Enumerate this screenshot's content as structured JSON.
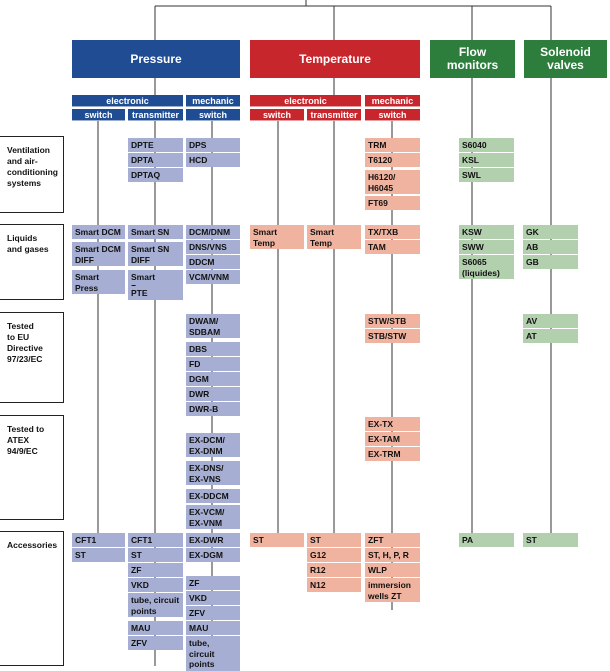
{
  "colors": {
    "pressure": "#1f4c93",
    "temperature": "#c8262d",
    "flow": "#2d7e3d",
    "solenoid": "#2d7e3d",
    "cell_pressure": "#a6afd3",
    "cell_temperature": "#f0b39f",
    "cell_green": "#b2cfae"
  },
  "headers": {
    "pressure": "Pressure",
    "temperature": "Temperature",
    "flow": "Flow\nmonitors",
    "solenoid": "Solenoid\nvalves"
  },
  "subheaders": {
    "p_electronic": "electronic",
    "p_mechanic": "mechanic",
    "p_switch": "switch",
    "p_transmitter": "transmitter",
    "p_mech_switch": "switch",
    "t_electronic": "electronic",
    "t_mechanic": "mechanic",
    "t_switch": "switch",
    "t_transmitter": "transmitter",
    "t_mech_switch": "switch"
  },
  "rows": {
    "ventilation": "Ventilation\nand air-\nconditioning\nsystems",
    "liquids": "Liquids\nand gases",
    "tested_eu": "Tested\nto EU\nDirective\n97/23/EC",
    "tested_atex": "Tested to\nATEX\n94/9/EC",
    "accessories": "Accessories"
  },
  "cells": {
    "p_sw_1": "Smart DCM",
    "p_sw_2": "Smart DCM\nDIFF",
    "p_sw_3": "Smart Press",
    "p_sw_acc1": "CFT1",
    "p_sw_acc2": "ST",
    "p_tr_v1": "DPTE",
    "p_tr_v2": "DPTA",
    "p_tr_v3": "DPTAQ",
    "p_tr_l1": "Smart SN",
    "p_tr_l2": "Smart SN\nDIFF",
    "p_tr_l3": "Smart Press",
    "p_tr_l4": "PTE",
    "p_tr_a1": "CFT1",
    "p_tr_a2": "ST",
    "p_tr_a3": "ZF",
    "p_tr_a4": "VKD",
    "p_tr_a5": "tube, circuit\npoints",
    "p_tr_a6": "MAU",
    "p_tr_a7": "ZFV",
    "p_me_v1": "DPS",
    "p_me_v2": "HCD",
    "p_me_l1": "DCM/DNM",
    "p_me_l2": "DNS/VNS",
    "p_me_l3": "DDCM",
    "p_me_l4": "VCM/VNM",
    "p_me_e1": "DWAM/\nSDBAM",
    "p_me_e2": "DBS",
    "p_me_e3": "FD",
    "p_me_e4": "DGM",
    "p_me_e5": "DWR",
    "p_me_e6": "DWR-B",
    "p_me_x1": "EX-DCM/\nEX-DNM",
    "p_me_x2": "EX-DNS/\nEX-VNS",
    "p_me_x3": "EX-DDCM",
    "p_me_x4": "EX-VCM/\nEX-VNM",
    "p_me_a1": "EX-DWR",
    "p_me_a2": "EX-DGM",
    "p_me_a3": "ZF",
    "p_me_a4": "VKD",
    "p_me_a5": "ZFV",
    "p_me_a6": "MAU",
    "p_me_a7": "tube, circuit\npoints",
    "t_sw_l1": "Smart Temp",
    "t_sw_a1": "ST",
    "t_tr_l1": "Smart Temp",
    "t_tr_a1": "ST",
    "t_tr_a2": "G12",
    "t_tr_a3": "R12",
    "t_tr_a4": "N12",
    "t_me_v1": "TRM",
    "t_me_v2": "T6120",
    "t_me_v3": "H6120/\nH6045",
    "t_me_v4": "FT69",
    "t_me_l1": "TX/TXB",
    "t_me_l2": "TAM",
    "t_me_e1": "STW/STB",
    "t_me_e2": "STB/STW",
    "t_me_x1": "EX-TX",
    "t_me_x2": "EX-TAM",
    "t_me_x3": "EX-TRM",
    "t_me_a1": "ZFT",
    "t_me_a2": "ST, H, P, R",
    "t_me_a3": "WLP",
    "t_me_a4": "immersion\nwells ZT",
    "f_v1": "S6040",
    "f_v2": "KSL",
    "f_v3": "SWL",
    "f_l1": "KSW",
    "f_l2": "SWW",
    "f_l3": "S6065\n(liquides)",
    "f_a1": "PA",
    "s_l1": "GK",
    "s_l2": "AB",
    "s_l3": "GB",
    "s_e1": "AV",
    "s_e2": "AT",
    "s_a1": "ST"
  }
}
